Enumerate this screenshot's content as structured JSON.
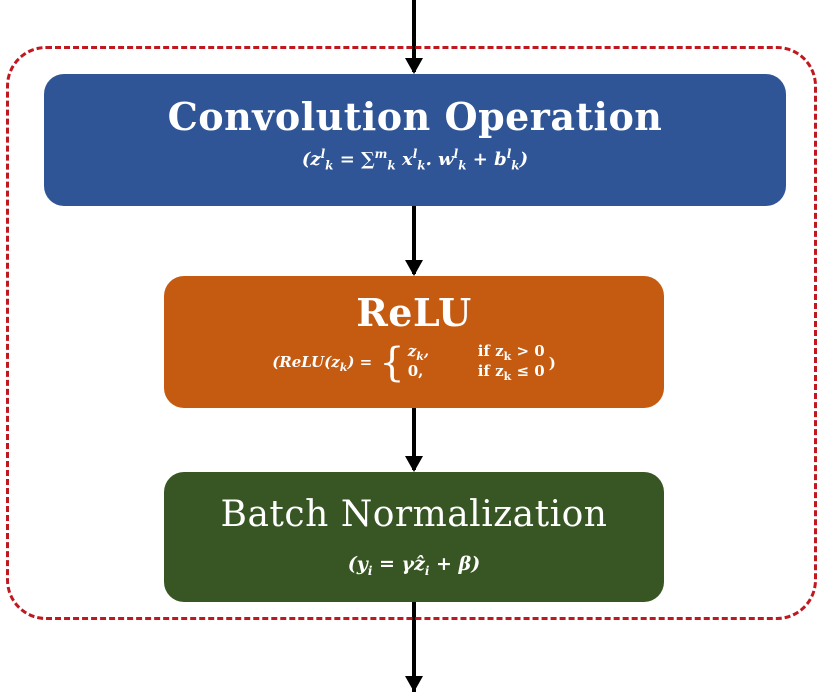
{
  "blocks": {
    "convolution": {
      "title": "Convolution Operation",
      "formula_open": "(",
      "formula_z": "z",
      "formula_z_sup": "l",
      "formula_z_sub": "k",
      "formula_eq_sum": " = ∑",
      "formula_sum_sup": "m",
      "formula_sum_sub": "k",
      "formula_x": " x",
      "formula_x_sup": "l",
      "formula_x_sub": "k",
      "formula_dot_w": ". w",
      "formula_w_sup": "l",
      "formula_w_sub": "k",
      "formula_plus_b": " + b",
      "formula_b_sup": "l",
      "formula_b_sub": "k",
      "formula_close": ")",
      "color": "#2f5597"
    },
    "relu": {
      "title": "ReLU",
      "lhs": "(ReLU(z",
      "lhs_sub": "k",
      "lhs_close": ") =",
      "case1_val": "z",
      "case1_val_sub": "k",
      "case1_val_comma": ",",
      "case1_cond": "if z",
      "case1_cond_sub": "k",
      "case1_cond_rel": " > 0",
      "case2_val": "0,",
      "case2_cond": "if z",
      "case2_cond_sub": "k",
      "case2_cond_rel": " ≤ 0",
      "close": ")",
      "color": "#c55a11"
    },
    "batch_norm": {
      "title": "Batch Normalization",
      "formula_open": "(y",
      "formula_y_sub": "i",
      "formula_mid": " = γẑ",
      "formula_z_sub": "i",
      "formula_end": " + β)",
      "color": "#375623"
    }
  },
  "group_border_color": "#c0181f"
}
